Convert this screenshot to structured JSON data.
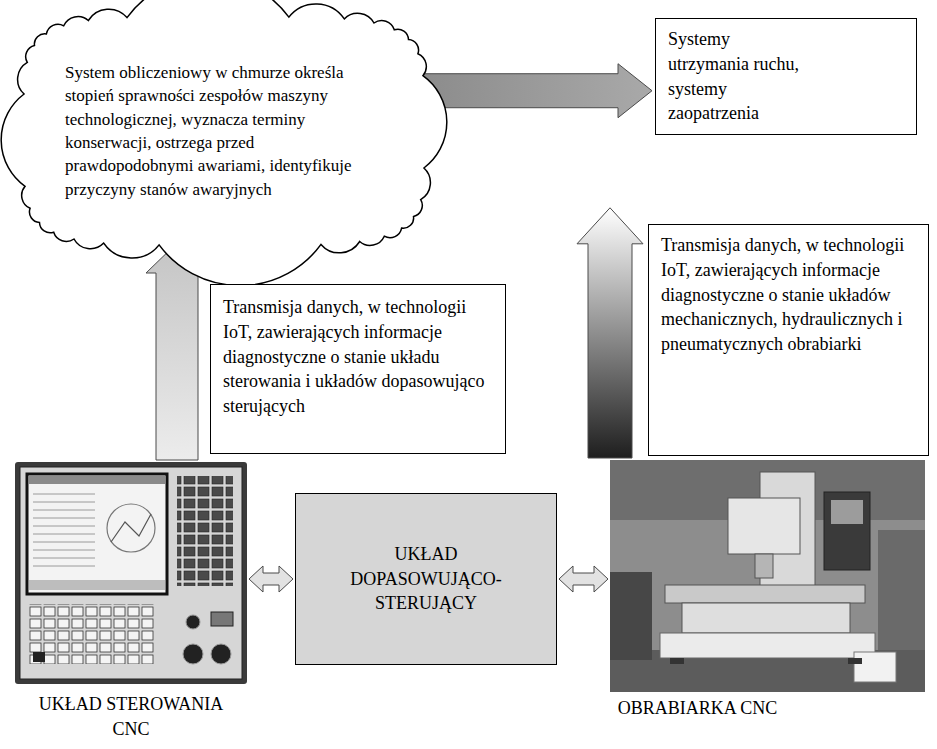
{
  "diagram": {
    "nodes": [
      {
        "text": [
          "System obliczeniowy w chmurze określa stopień sprawności zespołów maszyny technologicznej, wyznacza terminy konserwacji, ostrzega przed prawdopodobnymi awariami, identyfikuje przyczyny stanów awaryjnych"
        ]
      },
      {
        "text": [
          "Systemy utrzymania ruchu, systemy zaopatrzenia"
        ]
      },
      {
        "text": [
          "Transmisja danych, w technologii IoT, zawierających informacje diagnostyczne o stanie układu sterowania i układów dopasowująco sterujących"
        ]
      },
      {
        "text": [
          "Transmisja danych, w technologii IoT, zawierających informacje diagnostyczne o stanie układów mechanicznych, hydraulicznych i pneumatycznych obrabiarki"
        ]
      },
      {
        "text": [
          "UKŁAD STEROWANIA CNC"
        ]
      },
      {
        "text": [
          "UKŁAD DOPASOWUJĄCO-STERUJĄCY"
        ]
      },
      {
        "text": [
          "OBRABIARKA CNC"
        ]
      }
    ],
    "edges": [
      {
        "from": 0,
        "to": 1,
        "arrow": "to"
      },
      {
        "from": 4,
        "to": 0,
        "arrow": "to"
      },
      {
        "from": 6,
        "to": 0,
        "arrow": "to"
      },
      {
        "from": 4,
        "to": 5,
        "arrow": "both"
      },
      {
        "from": 5,
        "to": 6,
        "arrow": "both"
      }
    ]
  }
}
